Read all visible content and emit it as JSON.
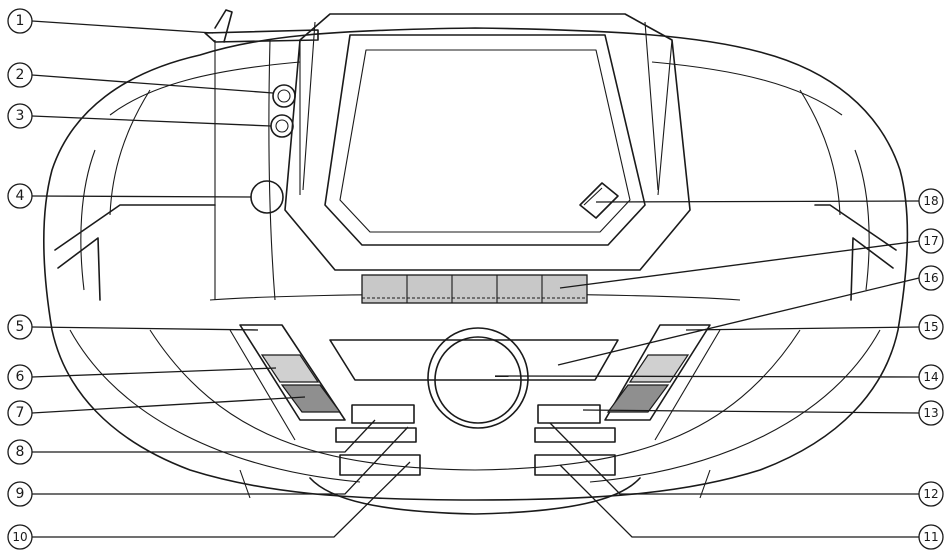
{
  "colors": {
    "line": "#1a1a1a",
    "light_gray": "#c8c8c8",
    "dark_gray": "#8f8f8f",
    "background": "#ffffff"
  },
  "callouts": [
    {
      "number": "1",
      "side": "left"
    },
    {
      "number": "2",
      "side": "left"
    },
    {
      "number": "3",
      "side": "left"
    },
    {
      "number": "4",
      "side": "left"
    },
    {
      "number": "5",
      "side": "left"
    },
    {
      "number": "6",
      "side": "left"
    },
    {
      "number": "7",
      "side": "left"
    },
    {
      "number": "8",
      "side": "left"
    },
    {
      "number": "9",
      "side": "left"
    },
    {
      "number": "10",
      "side": "left"
    },
    {
      "number": "11",
      "side": "right"
    },
    {
      "number": "12",
      "side": "right"
    },
    {
      "number": "13",
      "side": "right"
    },
    {
      "number": "14",
      "side": "right"
    },
    {
      "number": "15",
      "side": "right"
    },
    {
      "number": "16",
      "side": "right"
    },
    {
      "number": "17",
      "side": "right"
    },
    {
      "number": "18",
      "side": "right"
    }
  ]
}
